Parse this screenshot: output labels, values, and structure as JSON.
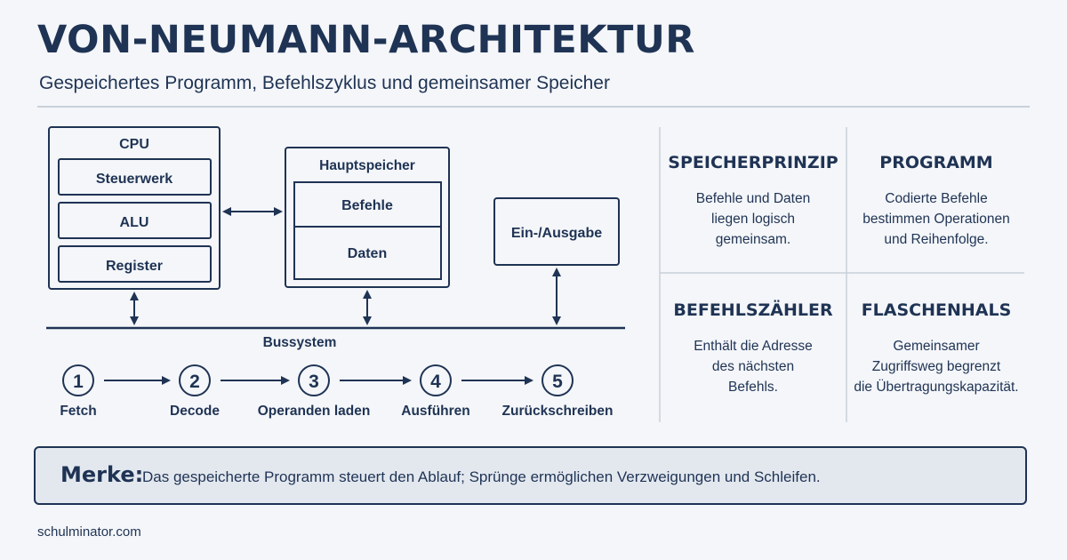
{
  "header": {
    "title": "VON-NEUMANN-ARCHITEKTUR",
    "subtitle": "Gespeichertes Programm, Befehlszyklus und gemeinsamer Speicher"
  },
  "diagram": {
    "cpu": {
      "label": "CPU",
      "units": [
        "Steuerwerk",
        "ALU",
        "Register"
      ]
    },
    "memory": {
      "label": "Hauptspeicher",
      "sections": [
        "Befehle",
        "Daten"
      ]
    },
    "io": {
      "label": "Ein-/Ausgabe"
    },
    "bus": {
      "label": "Bussystem"
    }
  },
  "cycle": {
    "steps": [
      {
        "number": "1",
        "label": "Fetch"
      },
      {
        "number": "2",
        "label": "Decode"
      },
      {
        "number": "3",
        "label": "Operanden laden"
      },
      {
        "number": "4",
        "label": "Ausführen"
      },
      {
        "number": "5",
        "label": "Zurückschreiben"
      }
    ]
  },
  "panels": [
    {
      "title": "SPEICHERPRINZIP",
      "lines": [
        "Befehle und Daten",
        "liegen logisch",
        "gemeinsam."
      ]
    },
    {
      "title": "PROGRAMM",
      "lines": [
        "Codierte Befehle",
        "bestimmen Operationen",
        "und Reihenfolge."
      ]
    },
    {
      "title": "BEFEHLSZÄHLER",
      "lines": [
        "Enthält die Adresse",
        "des nächsten",
        "Befehls."
      ]
    },
    {
      "title": "FLASCHENHALS",
      "lines": [
        "Gemeinsamer",
        "Zugriffsweg begrenzt",
        "die Übertragungskapazität."
      ]
    }
  ],
  "note": {
    "label": "Merke:",
    "text": "Das gespeicherte Programm steuert den Ablauf; Sprünge ermöglichen Verzweigungen und Schleifen."
  },
  "footer": {
    "source": "schulminator.com"
  },
  "colors": {
    "ink": "#1f3354",
    "background": "#f4f6f9",
    "note_fill": "#e3e8ef",
    "divider": "#c9d0da"
  }
}
